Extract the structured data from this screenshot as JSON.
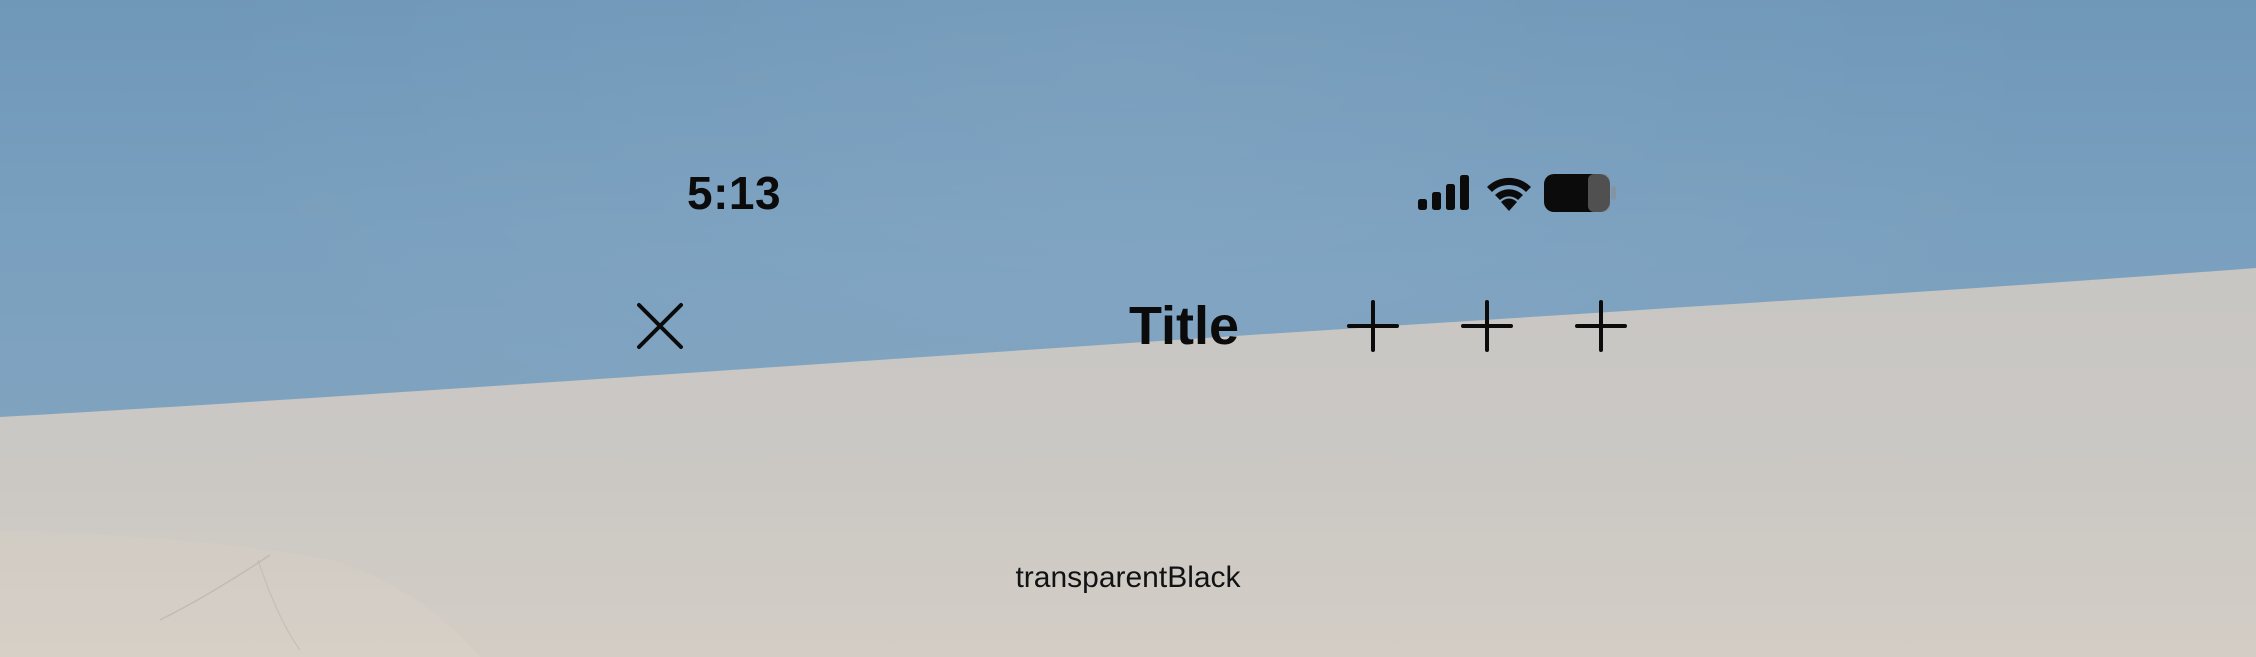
{
  "status_bar": {
    "time": "5:13",
    "icons": [
      "cellular-signal-icon",
      "wifi-icon",
      "battery-icon"
    ]
  },
  "nav_bar": {
    "title": "Title",
    "leading_icon": "close-icon",
    "trailing_icons": [
      "plus-icon",
      "plus-icon",
      "plus-icon"
    ],
    "style_name": "transparentBlack"
  },
  "colors": {
    "foreground": "#0b0b0c",
    "sky": "#7aa0bf",
    "sand": "#cdc9c3"
  }
}
